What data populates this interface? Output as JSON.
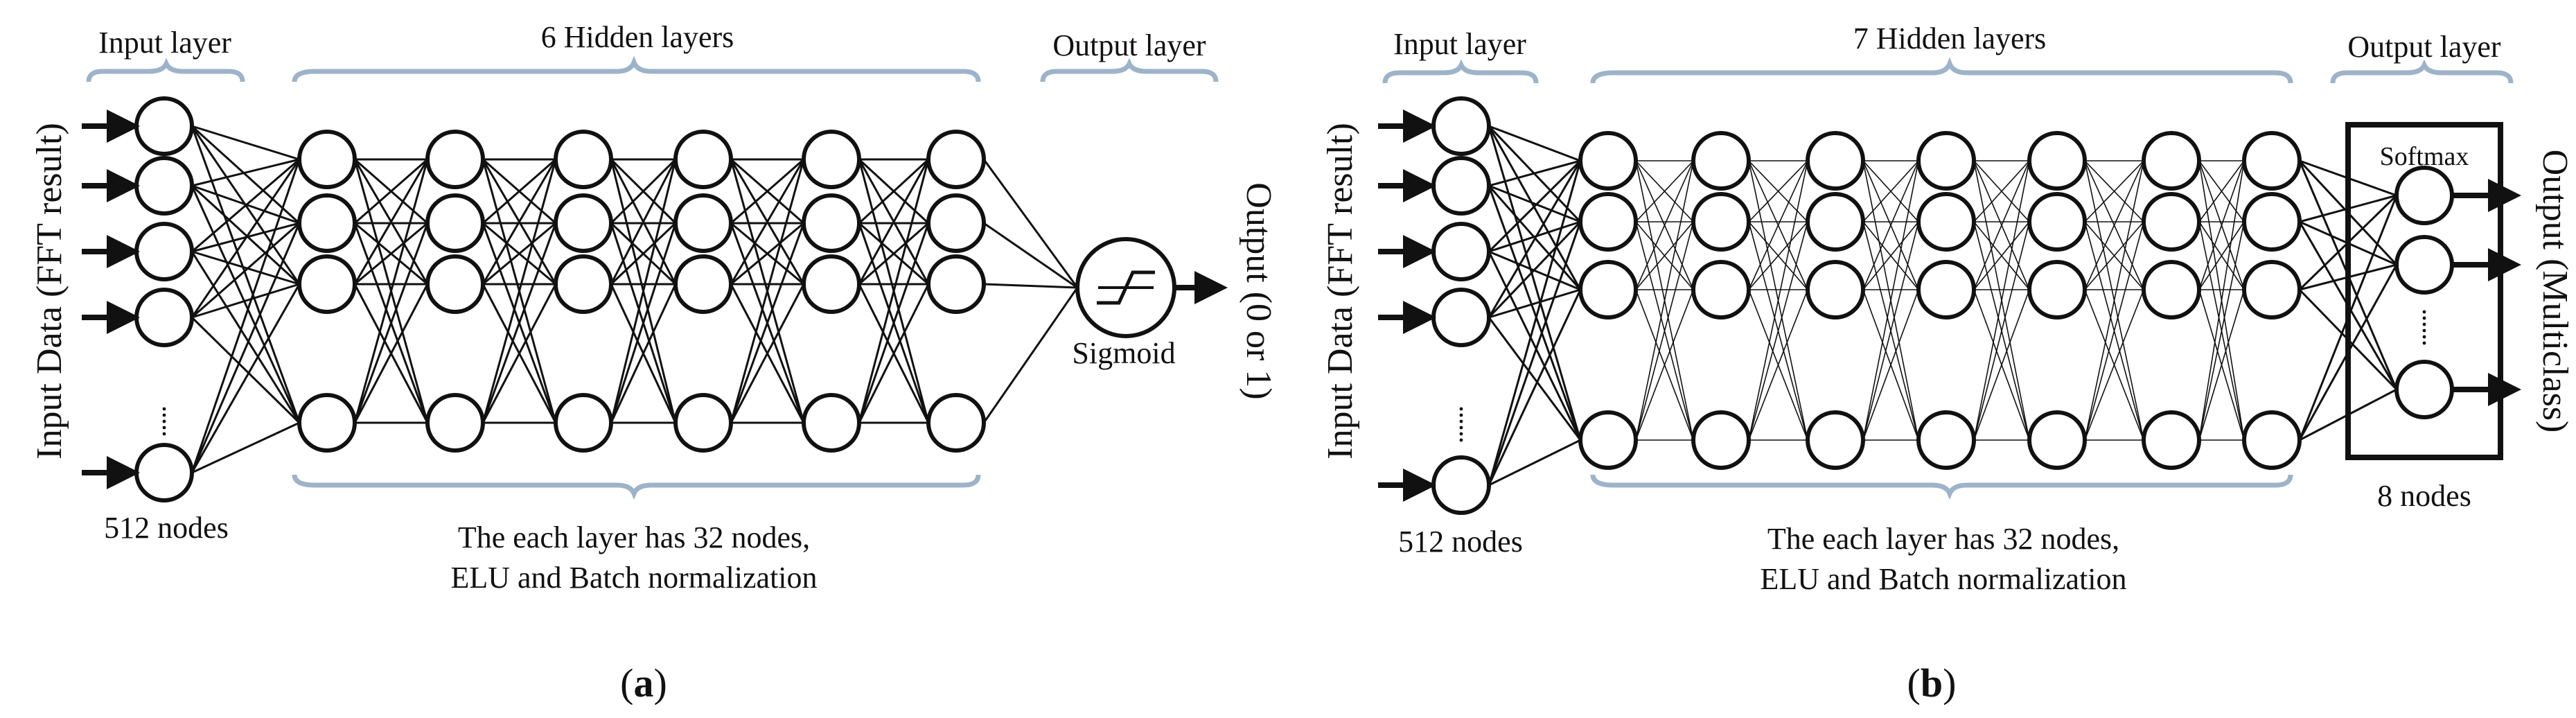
{
  "figure": {
    "panel_a": {
      "caption_letter": "a",
      "input_layer_label": "Input layer",
      "hidden_layers_label": "6 Hidden layers",
      "output_layer_label": "Output layer",
      "input_axis_label": "Input Data (FFT result)",
      "input_nodes_label": "512 nodes",
      "layer_note_line1": "The each layer has 32 nodes,",
      "layer_note_line2": "ELU and Batch normalization",
      "activation_label": "Sigmoid",
      "output_axis_label": "Output (0 or 1)"
    },
    "panel_b": {
      "caption_letter": "b",
      "input_layer_label": "Input layer",
      "hidden_layers_label": "7 Hidden layers",
      "output_layer_label": "Output layer",
      "input_axis_label": "Input Data (FFT result)",
      "input_nodes_label": "512 nodes",
      "layer_note_line1": "The each layer has 32 nodes,",
      "layer_note_line2": "ELU and Batch normalization",
      "activation_label": "Softmax",
      "output_nodes_label": "8 nodes",
      "output_axis_label": "Output (Multiclass)"
    }
  },
  "colors": {
    "brace": "#9db3c9",
    "line": "#111111",
    "node_fill": "#ffffff"
  }
}
